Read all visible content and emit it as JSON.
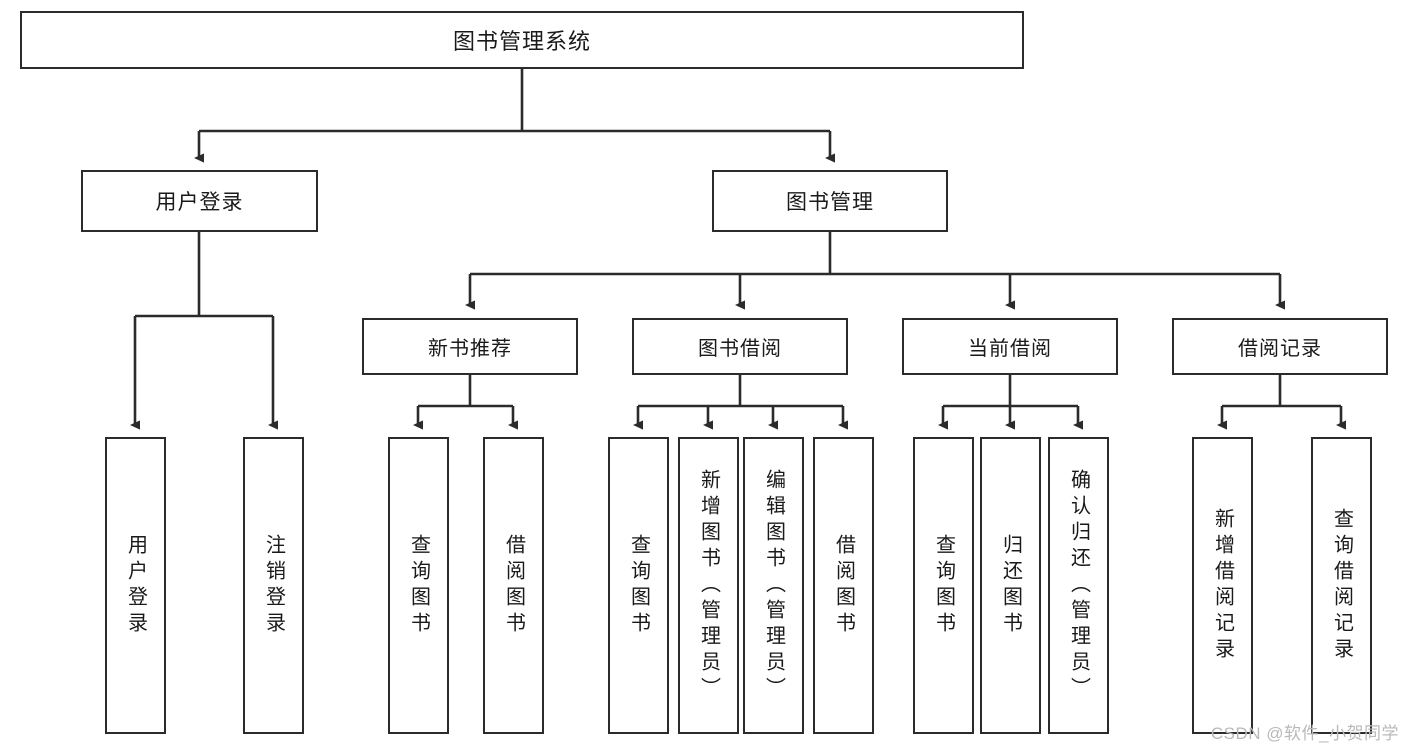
{
  "diagram": {
    "title": "图书管理系统",
    "type": "tree-hierarchy-chart",
    "watermark": "CSDN @软件_小贺同学",
    "colors": {
      "box_border": "#2b2b2b",
      "box_fill": "#ffffff",
      "edge": "#2b2b2b",
      "text": "#1a1a1a",
      "watermark": "#b9b9b9",
      "background": "#ffffff"
    },
    "root": {
      "id": "root",
      "label": "图书管理系统"
    },
    "level2": [
      {
        "id": "user-login",
        "label": "用户登录"
      },
      {
        "id": "book-management",
        "label": "图书管理"
      }
    ],
    "level3": [
      {
        "id": "new-book-recommend",
        "label": "新书推荐",
        "parent": "book-management"
      },
      {
        "id": "book-borrow",
        "label": "图书借阅",
        "parent": "book-management"
      },
      {
        "id": "current-borrow",
        "label": "当前借阅",
        "parent": "book-management"
      },
      {
        "id": "borrow-record",
        "label": "借阅记录",
        "parent": "book-management"
      }
    ],
    "leaves": [
      {
        "id": "leaf-user-login",
        "label": "用户登录",
        "parent": "user-login"
      },
      {
        "id": "leaf-user-logout",
        "label": "注销登录",
        "parent": "user-login"
      },
      {
        "id": "leaf-query-book-1",
        "label": "查询图书",
        "parent": "new-book-recommend"
      },
      {
        "id": "leaf-borrow-book-1",
        "label": "借阅图书",
        "parent": "new-book-recommend"
      },
      {
        "id": "leaf-query-book-2",
        "label": "查询图书",
        "parent": "book-borrow"
      },
      {
        "id": "leaf-add-book",
        "label": "新增图书（管理员）",
        "parent": "book-borrow"
      },
      {
        "id": "leaf-edit-book",
        "label": "编辑图书（管理员）",
        "parent": "book-borrow"
      },
      {
        "id": "leaf-borrow-book-2",
        "label": "借阅图书",
        "parent": "book-borrow"
      },
      {
        "id": "leaf-query-book-3",
        "label": "查询图书",
        "parent": "current-borrow"
      },
      {
        "id": "leaf-return-book",
        "label": "归还图书",
        "parent": "current-borrow"
      },
      {
        "id": "leaf-confirm-return",
        "label": "确认归还（管理员）",
        "parent": "current-borrow"
      },
      {
        "id": "leaf-add-record",
        "label": "新增借阅记录",
        "parent": "borrow-record"
      },
      {
        "id": "leaf-query-record",
        "label": "查询借阅记录",
        "parent": "borrow-record"
      }
    ]
  }
}
